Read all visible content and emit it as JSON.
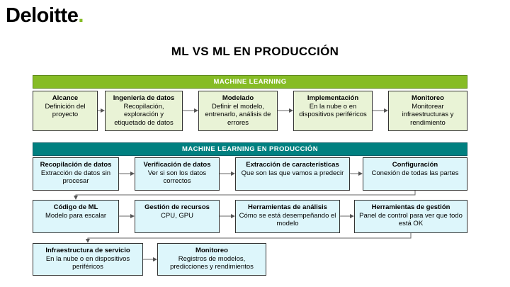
{
  "logo": {
    "text": "Deloitte",
    "dot": "."
  },
  "title": "ML VS ML EN PRODUCCIÓN",
  "ml_banner": "MACHINE LEARNING",
  "ml_steps": [
    {
      "title": "Alcance",
      "desc": "Definición del proyecto"
    },
    {
      "title": "Ingeniería de datos",
      "desc": "Recopilación, exploración y etiquetado de datos"
    },
    {
      "title": "Modelado",
      "desc": "Definir el modelo, entrenarlo, análisis de errores"
    },
    {
      "title": "Implementación",
      "desc": "En la nube o en dispositivos periféricos"
    },
    {
      "title": "Monitoreo",
      "desc": "Monitorear infraestructuras y rendimiento"
    }
  ],
  "prod_banner": "MACHINE LEARNING EN PRODUCCIÓN",
  "prod_row1": [
    {
      "title": "Recopilación  de datos",
      "desc": "Extracción de datos sin procesar"
    },
    {
      "title": "Verificación  de datos",
      "desc": "Ver si son los datos correctos"
    },
    {
      "title": "Extracción de características",
      "desc": "Que son las que vamos a predecir"
    },
    {
      "title": "Configuración",
      "desc": "Conexión de todas las partes"
    }
  ],
  "prod_row2": [
    {
      "title": "Código de ML",
      "desc": "Modelo para escalar"
    },
    {
      "title": "Gestión de recursos",
      "desc": "CPU, GPU"
    },
    {
      "title": "Herramientas de análisis",
      "desc": "Cómo se está desempeñando el modelo"
    },
    {
      "title": "Herramientas de gestión",
      "desc": "Panel de control para ver que todo está OK"
    }
  ],
  "prod_row3": [
    {
      "title": "Infraestructura de servicio",
      "desc": "En la nube o en dispositivos periféricos"
    },
    {
      "title": "Monitoreo",
      "desc": "Registros de modelos, predicciones y rendimientos"
    }
  ],
  "colors": {
    "green": "#86bc25",
    "teal": "#008080",
    "green_light": "#e9f3d6",
    "cyan_light": "#ddf6fb"
  }
}
